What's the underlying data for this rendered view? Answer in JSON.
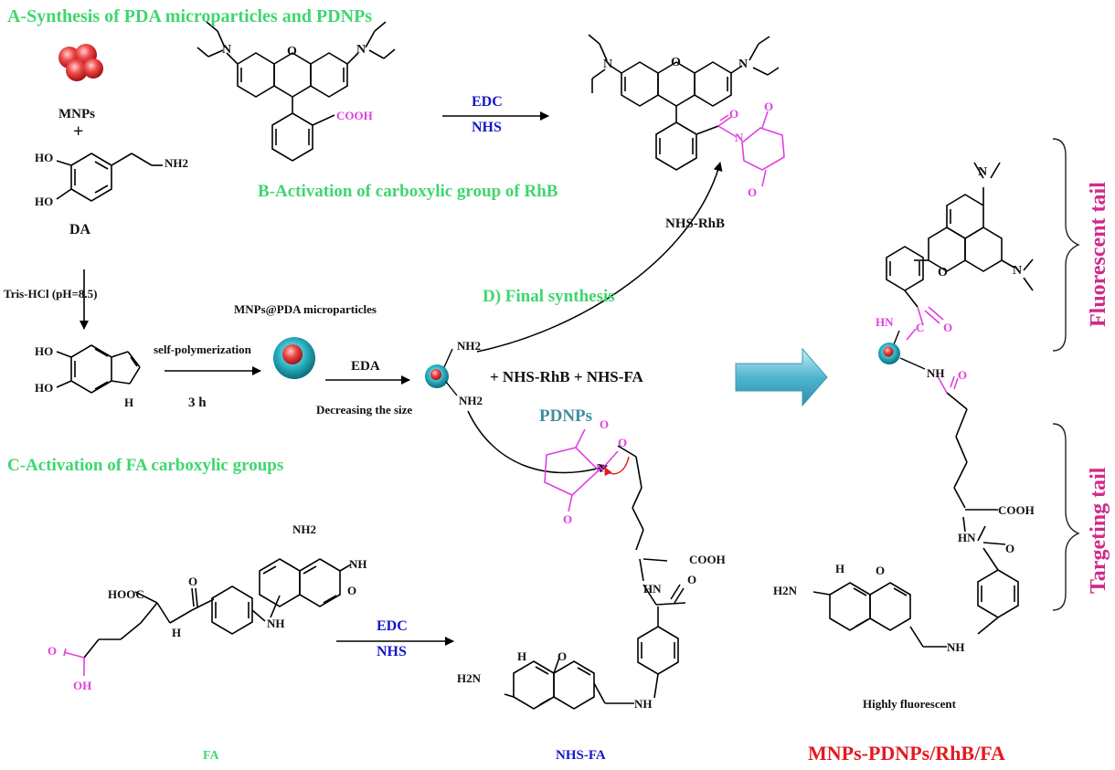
{
  "sections": {
    "a": "A-Synthesis of PDA microparticles and PDNPs",
    "b": "B-Activation of carboxylic group of RhB",
    "c": "C-Activation of FA carboxylic groups",
    "d": "D) Final synthesis"
  },
  "labels": {
    "mnps": "MNPs",
    "plus": "+",
    "da": "DA",
    "tris": "Tris-HCl (pH=8.5)",
    "self_poly": "self-polymerization",
    "three_h": "3 h",
    "micro": "MNPs@PDA microparticles",
    "eda": "EDA",
    "decreasing": "Decreasing the size",
    "pdnps": "PDNPs",
    "edc1": "EDC",
    "nhs1": "NHS",
    "edc2": "EDC",
    "nhs2": "NHS",
    "nhs_rhb": "NHS-RhB",
    "reactants": "+  NHS-RhB  +  NHS-FA",
    "fa": "FA",
    "nhs_fa": "NHS-FA",
    "highly_fluorescent": "Highly fluorescent",
    "product": "MNPs-PDNPs/RhB/FA",
    "fluorescent_tail": "Fluorescent tail",
    "targeting_tail": "Targeting tail"
  },
  "chem": {
    "ho": "HO",
    "nh2": "NH2",
    "h": "H",
    "n": "N",
    "o": "O",
    "nh": "NH",
    "hn": "HN",
    "cooh": "COOH",
    "hooc": "HOOC",
    "oh": "OH",
    "c": "C",
    "h2n": "H2N"
  },
  "colors": {
    "section": "#3fd66f",
    "reagent": "#1417c8",
    "highlight": "#e040e0",
    "tail_label": "#d12a8a",
    "product": "#e5191f",
    "particle_outer": "#1fa8b8",
    "particle_core": "#e0303a"
  }
}
